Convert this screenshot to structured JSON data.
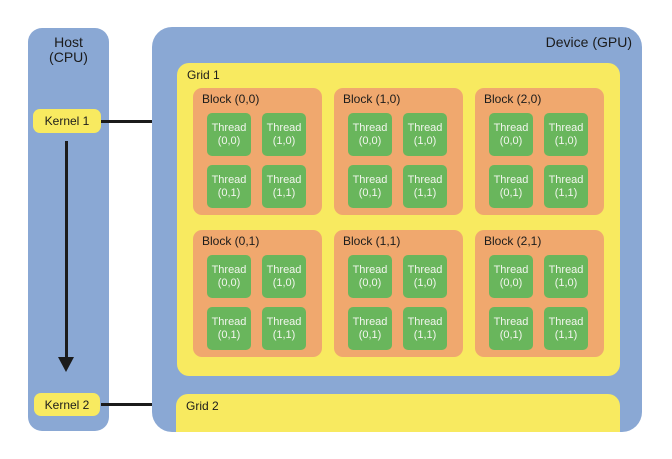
{
  "host": {
    "title_line1": "Host",
    "title_line2": "(CPU)",
    "kernel1_label": "Kernel 1",
    "kernel2_label": "Kernel 2"
  },
  "device": {
    "title": "Device (GPU)",
    "grids": [
      {
        "name": "Grid 1",
        "blocks": [
          {
            "label": "Block (0,0)",
            "threads": [
              {
                "line1": "Thread",
                "line2": "(0,0)"
              },
              {
                "line1": "Thread",
                "line2": "(1,0)"
              },
              {
                "line1": "Thread",
                "line2": "(0,1)"
              },
              {
                "line1": "Thread",
                "line2": "(1,1)"
              }
            ]
          },
          {
            "label": "Block (1,0)",
            "threads": [
              {
                "line1": "Thread",
                "line2": "(0,0)"
              },
              {
                "line1": "Thread",
                "line2": "(1,0)"
              },
              {
                "line1": "Thread",
                "line2": "(0,1)"
              },
              {
                "line1": "Thread",
                "line2": "(1,1)"
              }
            ]
          },
          {
            "label": "Block (2,0)",
            "threads": [
              {
                "line1": "Thread",
                "line2": "(0,0)"
              },
              {
                "line1": "Thread",
                "line2": "(1,0)"
              },
              {
                "line1": "Thread",
                "line2": "(0,1)"
              },
              {
                "line1": "Thread",
                "line2": "(1,1)"
              }
            ]
          },
          {
            "label": "Block (0,1)",
            "threads": [
              {
                "line1": "Thread",
                "line2": "(0,0)"
              },
              {
                "line1": "Thread",
                "line2": "(1,0)"
              },
              {
                "line1": "Thread",
                "line2": "(0,1)"
              },
              {
                "line1": "Thread",
                "line2": "(1,1)"
              }
            ]
          },
          {
            "label": "Block (1,1)",
            "threads": [
              {
                "line1": "Thread",
                "line2": "(0,0)"
              },
              {
                "line1": "Thread",
                "line2": "(1,0)"
              },
              {
                "line1": "Thread",
                "line2": "(0,1)"
              },
              {
                "line1": "Thread",
                "line2": "(1,1)"
              }
            ]
          },
          {
            "label": "Block (2,1)",
            "threads": [
              {
                "line1": "Thread",
                "line2": "(0,0)"
              },
              {
                "line1": "Thread",
                "line2": "(1,0)"
              },
              {
                "line1": "Thread",
                "line2": "(0,1)"
              },
              {
                "line1": "Thread",
                "line2": "(1,1)"
              }
            ]
          }
        ]
      },
      {
        "name": "Grid 2",
        "blocks": []
      }
    ]
  },
  "colors": {
    "blue": "#8AA8D4",
    "yellow": "#F8EA60",
    "orange": "#F0A86E",
    "green": "#69B65C",
    "ink": "#1B1B1B",
    "thread_text": "#F2F5EE"
  }
}
